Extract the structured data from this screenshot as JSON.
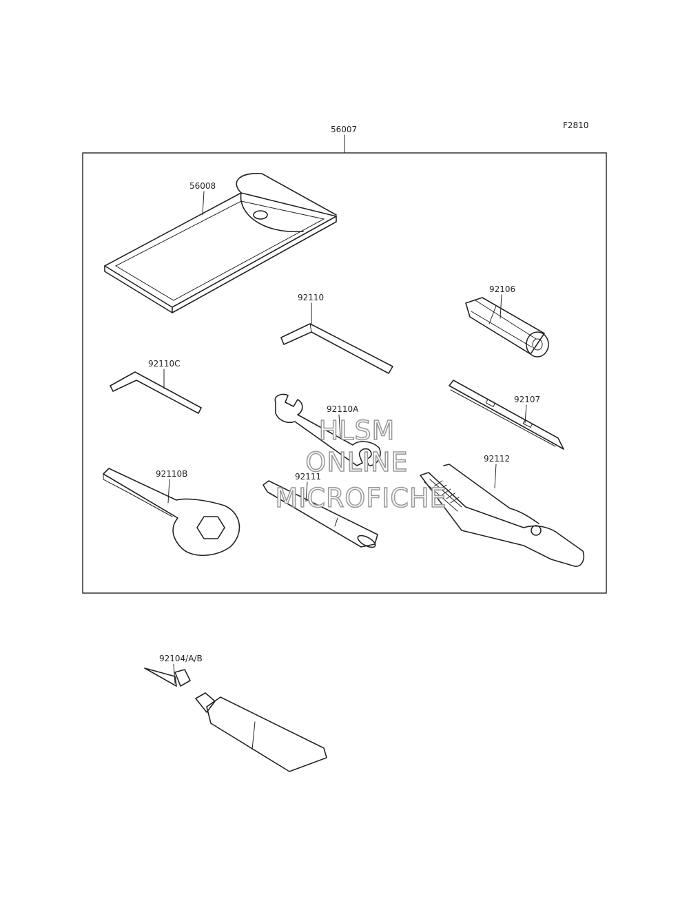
{
  "figure_code": "F2810",
  "assembly_callout": "56007",
  "callouts": {
    "pouch": "56008",
    "long_hex_key": "92110",
    "grip_holder": "92106",
    "small_hex_key": "92110C",
    "open_wrench": "92110A",
    "screwdriver": "92107",
    "ring_wrench": "92110B",
    "extension_bar": "92111",
    "pliers": "92112",
    "repair_kit": "92104/A/B"
  },
  "watermark": {
    "line1": "HLSM",
    "line2": "ONLINE",
    "line3": "MICROFICHE"
  }
}
